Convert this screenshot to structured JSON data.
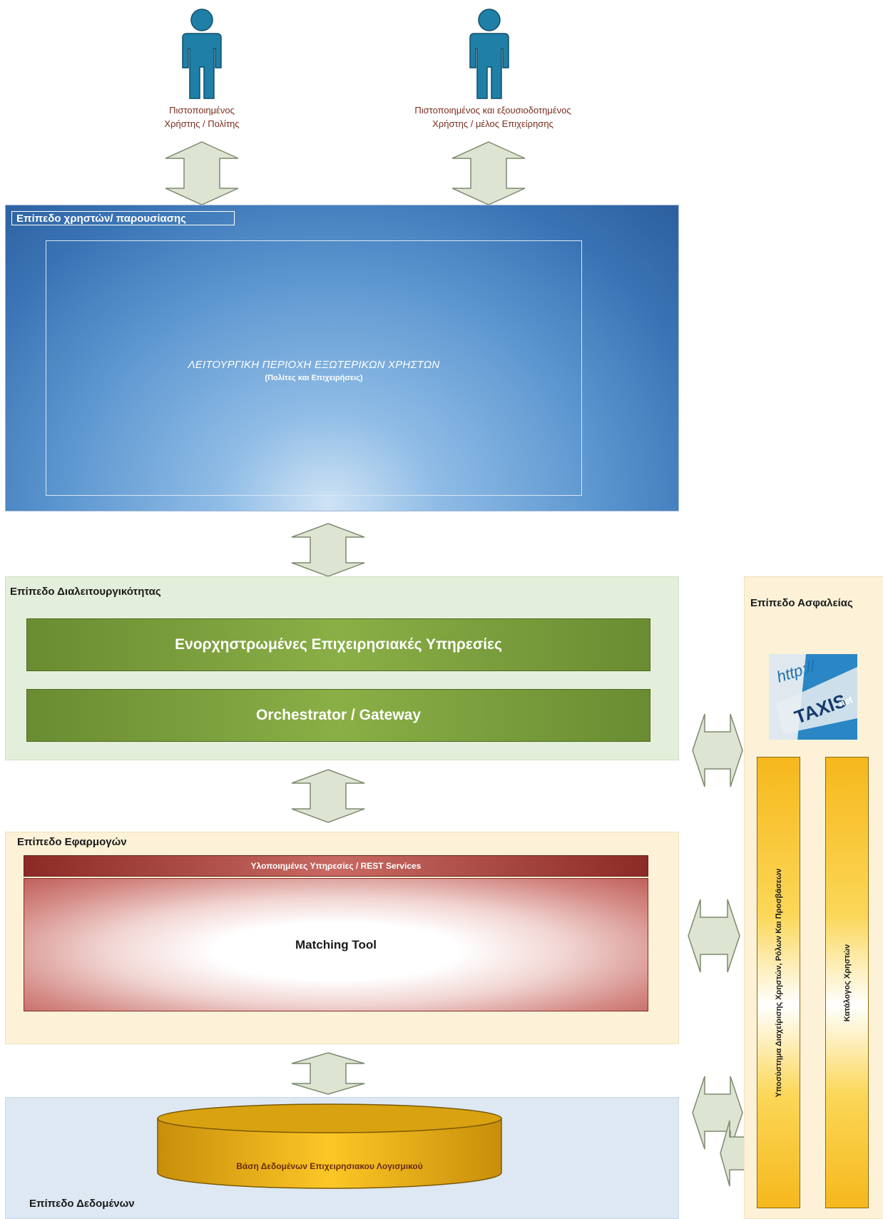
{
  "actors": [
    {
      "label_line1": "Πιστοποιημένος",
      "label_line2": "Χρήστης / Πολίτης"
    },
    {
      "label_line1": "Πιστοποιημένος και εξουσιοδοτημένος",
      "label_line2": "Χρήστης / μέλος Επιχείρησης"
    }
  ],
  "presentation_layer": {
    "title": "Επίπεδο χρηστών/ παρουσίασης",
    "area_title": "ΛΕΙΤΟΥΡΓΙΚΗ ΠΕΡΙΟΧΗ ΕΞΩΤΕΡΙΚΩΝ ΧΡΗΣΤΩΝ",
    "area_subtitle": "(Πολίτες και Επιχειρήσεις)"
  },
  "interoperability_layer": {
    "title": "Επίπεδο Διαλειτουργικότητας",
    "bars": [
      "Ενορχηστρωμένες Επιχειρησιακές Υπηρεσίες",
      "Orchestrator / Gateway"
    ]
  },
  "applications_layer": {
    "title": "Επίπεδο Εφαρμογών",
    "services_bar": "Υλοποιημένες Υπηρεσίες / REST Services",
    "tool": "Matching Tool"
  },
  "data_layer": {
    "title": "Επίπεδο Δεδομένων",
    "database": "Βάση Δεδομένων Επιχειρησιακου Λογισμικού"
  },
  "security_layer": {
    "title": "Επίπεδο Ασφαλείας",
    "logo_text": "TAXIS",
    "logo_suffix": "net",
    "logo_url_fragment": "http://",
    "columns": [
      "Υποσύστημα Διαχείρισης Χρηστών, Ρόλων Και Προσβάσεων",
      "Κατάλογος Χρηστών"
    ]
  },
  "colors": {
    "actor": "#1f7fa6",
    "arrow_fill": "#dde5d2",
    "arrow_stroke": "#7d8a6e",
    "presentation": "#3a73b4",
    "interop_bg": "#e4efdb",
    "green_bar": "#7a9e3c",
    "apps_bg": "#fdf2d8",
    "rest_bar": "#a0433e",
    "data_bg": "#dde8f3",
    "database": "#f5b915",
    "security_bg": "#fdf2d8"
  }
}
